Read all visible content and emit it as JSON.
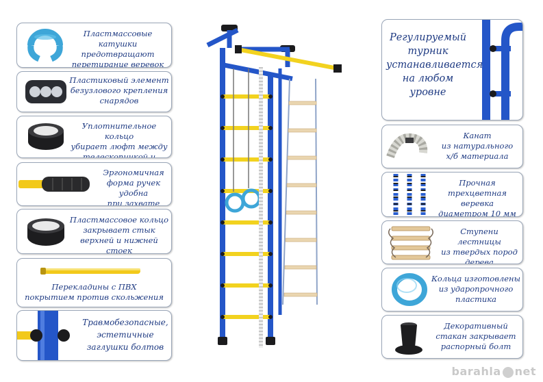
{
  "left_features": [
    {
      "key": "spools",
      "text": [
        "Пластмассовые катушки",
        "предотвращают",
        "перетирание веревок"
      ]
    },
    {
      "key": "knotless",
      "text": [
        "Пластиковый элемент",
        "безузлового крепления",
        "снарядов"
      ]
    },
    {
      "key": "seal",
      "text": [
        "Уплотнительное кольцо",
        "убирает люфт между",
        "телескопичкой и стойкой"
      ]
    },
    {
      "key": "grips",
      "text": [
        "Эргономичная",
        "форма ручек удобна",
        "при захвате"
      ]
    },
    {
      "key": "ring-joint",
      "text": [
        "Пластмассовое кольцо",
        "закрывает стык",
        "верхней и нижней стоек"
      ]
    },
    {
      "key": "rungs",
      "text": [
        "Перекладины с ПВХ",
        "покрытием против скольжения"
      ]
    },
    {
      "key": "plugs",
      "text": [
        "Травмобезопасные,",
        "эстетичные",
        "заглушки болтов"
      ]
    }
  ],
  "right_features": [
    {
      "key": "pullup",
      "text": [
        "Регулируемый",
        "турник",
        "устанавливается",
        "на любом",
        "уровне"
      ]
    },
    {
      "key": "rope",
      "text": [
        "Канат",
        "из натурального",
        "х/б материала"
      ]
    },
    {
      "key": "cord",
      "text": [
        "Прочная",
        "трехцветная веревка",
        "диаметром 10 мм"
      ]
    },
    {
      "key": "ladder",
      "text": [
        "Ступени лестницы",
        "из твердых пород",
        "дерева"
      ]
    },
    {
      "key": "rings",
      "text": [
        "Кольца изготовлены",
        "из ударопрочного",
        "пластика"
      ]
    },
    {
      "key": "cup",
      "text": [
        "Декоративный",
        "стакан закрывает",
        "распорный болт"
      ]
    }
  ],
  "colors": {
    "frame_blue": "#2456c8",
    "rung_yellow": "#f2d21f",
    "text": "#1e3a82"
  },
  "watermark": {
    "left": "barahla",
    "right": "net"
  }
}
